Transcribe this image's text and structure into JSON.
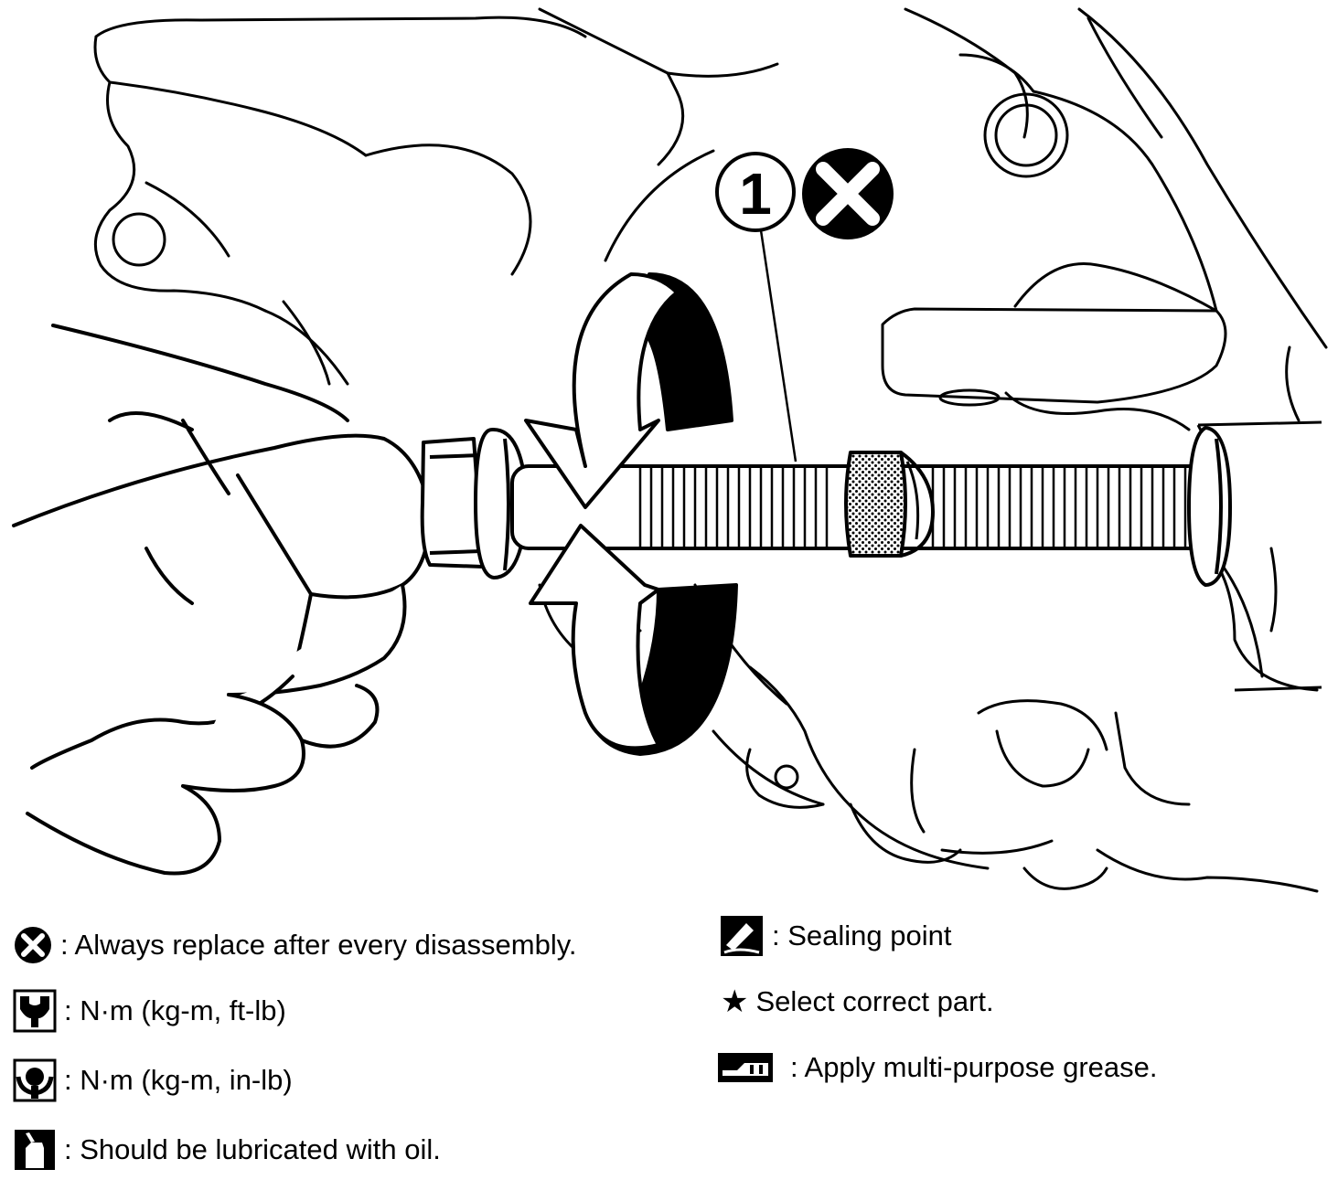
{
  "callout": {
    "number": "1"
  },
  "colors": {
    "ink": "#000000",
    "paper": "#ffffff"
  },
  "legend": {
    "left": [
      {
        "icon": "replace-x-icon",
        "text": ": Always replace after every disassembly."
      },
      {
        "icon": "torque-wrench-icon",
        "text": ": N·m (kg-m, ft-lb)"
      },
      {
        "icon": "torque-wrench-filled-icon",
        "text": ": N·m (kg-m, in-lb)"
      },
      {
        "icon": "oil-can-icon",
        "text": ": Should be lubricated with oil."
      }
    ],
    "right": [
      {
        "icon": "sealing-point-icon",
        "text": ": Sealing point"
      },
      {
        "icon": "star-icon",
        "text": "Select correct part."
      },
      {
        "icon": "grease-gun-icon",
        "text": ": Apply multi-purpose grease."
      }
    ]
  }
}
